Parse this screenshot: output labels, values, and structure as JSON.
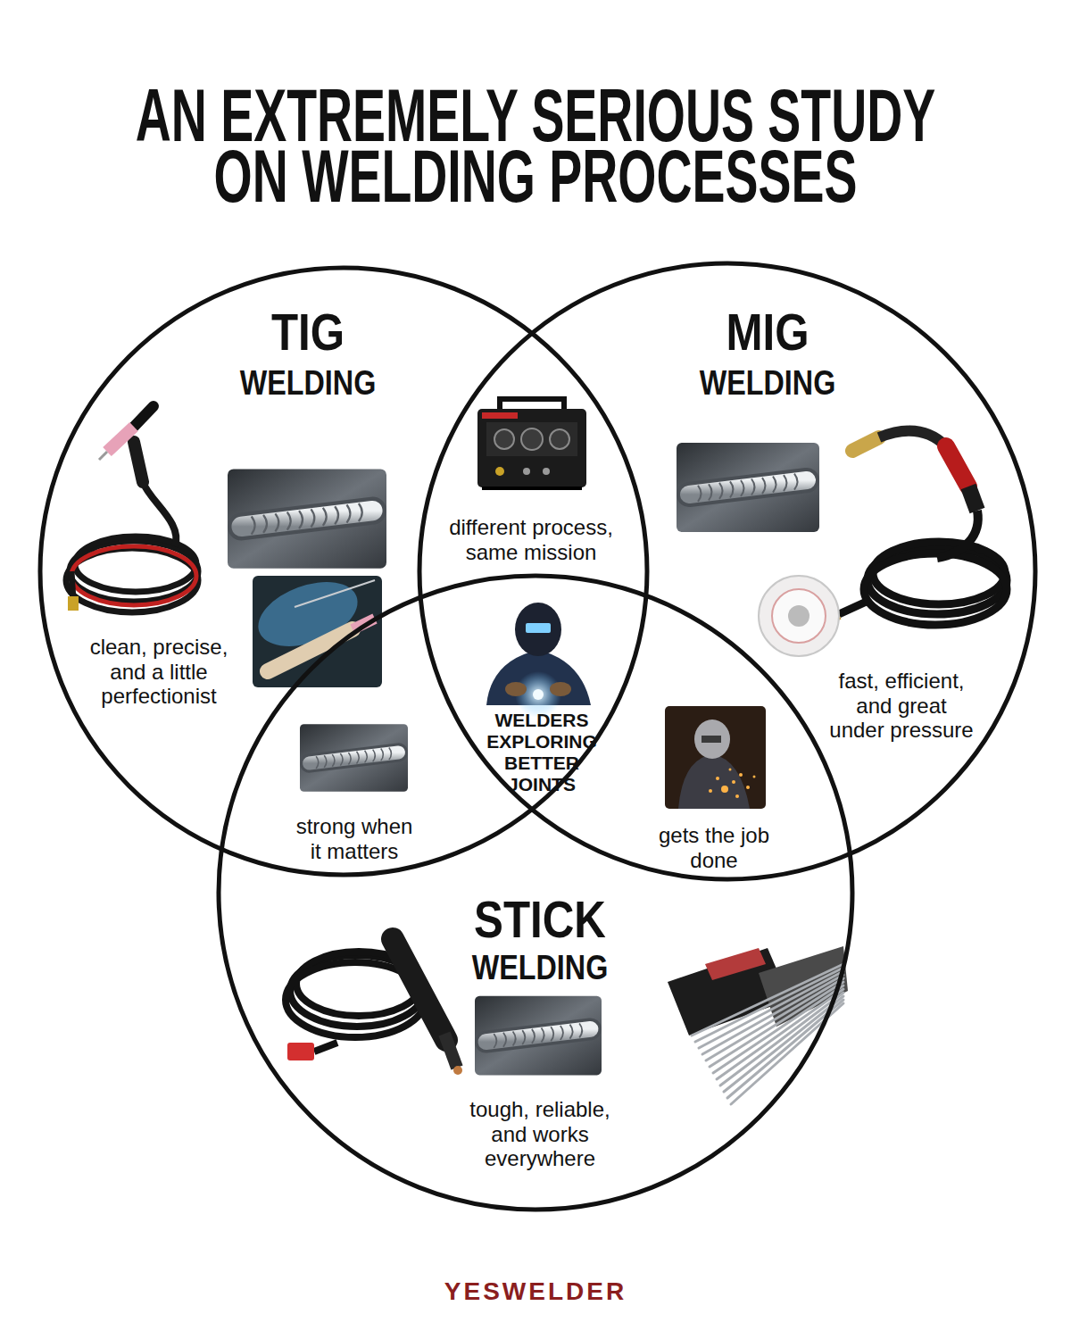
{
  "diagram": {
    "title": "AN EXTREMELY SERIOUS STUDY ON WELDING PROCESSES",
    "nodes": [
      {
        "text": [
          "TIG",
          "WELDING",
          "clean, precise, and a little perfectionist"
        ]
      },
      {
        "text": [
          "MIG",
          "WELDING",
          "fast, efficient, and great under pressure"
        ]
      },
      {
        "text": [
          "STICK",
          "WELDING",
          "tough, reliable, and works everywhere"
        ]
      }
    ],
    "labels": [
      "different process, same mission",
      "WELDERS EXPLORING BETTER JOINTS",
      "strong when it matters",
      "gets the job done",
      "YESWELDER"
    ]
  }
}
